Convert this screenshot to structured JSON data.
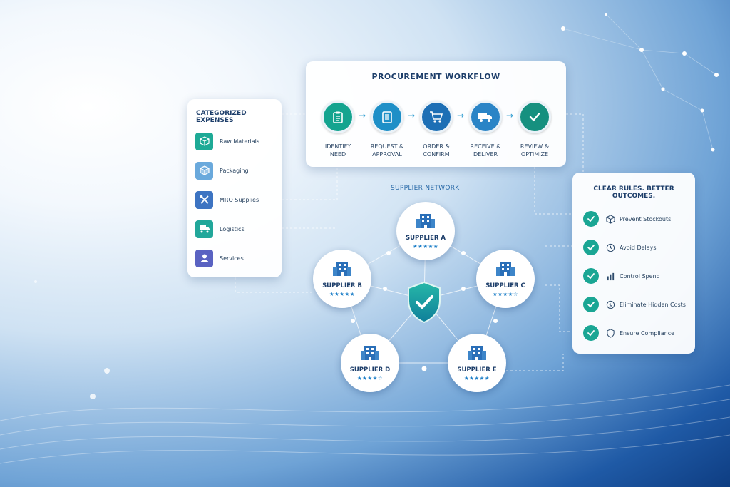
{
  "workflow": {
    "title": "PROCUREMENT WORKFLOW",
    "steps": [
      {
        "line1": "IDENTIFY",
        "line2": "NEED",
        "icon": "clipboard-icon",
        "color": "#14a48f"
      },
      {
        "line1": "REQUEST &",
        "line2": "APPROVAL",
        "icon": "document-list-icon",
        "color": "#1e8fc7"
      },
      {
        "line1": "ORDER &",
        "line2": "CONFIRM",
        "icon": "cart-icon",
        "color": "#1d6fb5"
      },
      {
        "line1": "RECEIVE &",
        "line2": "DELIVER",
        "icon": "truck-icon",
        "color": "#2a84c6"
      },
      {
        "line1": "REVIEW &",
        "line2": "OPTIMIZE",
        "icon": "checkmark-icon",
        "color": "#16907f"
      }
    ]
  },
  "expenses": {
    "title": "CATEGORIZED EXPENSES",
    "items": [
      {
        "label": "Raw Materials",
        "icon": "cube-icon",
        "color": "#1eaa96"
      },
      {
        "label": "Packaging",
        "icon": "box-icon",
        "color": "#6aa9dc"
      },
      {
        "label": "MRO Supplies",
        "icon": "tools-icon",
        "color": "#3d74c2"
      },
      {
        "label": "Logistics",
        "icon": "truck-icon",
        "color": "#21a79a"
      },
      {
        "label": "Services",
        "icon": "person-icon",
        "color": "#5a62c2"
      }
    ]
  },
  "network": {
    "title": "SUPPLIER NETWORK",
    "suppliers": [
      {
        "name": "SUPPLIER A",
        "stars": "★★★★★",
        "rating": 5
      },
      {
        "name": "SUPPLIER B",
        "stars": "★★★★★",
        "rating": 5
      },
      {
        "name": "SUPPLIER C",
        "stars": "★★★★☆",
        "rating": 4
      },
      {
        "name": "SUPPLIER D",
        "stars": "★★★★☆",
        "rating": 4
      },
      {
        "name": "SUPPLIER E",
        "stars": "★★★★★",
        "rating": 5
      }
    ],
    "center_icon": "shield-check-icon"
  },
  "outcomes": {
    "title": "CLEAR RULES. BETTER OUTCOMES.",
    "items": [
      {
        "label": "Prevent Stockouts",
        "icon": "cube-outline-icon"
      },
      {
        "label": "Avoid Delays",
        "icon": "clock-icon"
      },
      {
        "label": "Control Spend",
        "icon": "bar-chart-icon"
      },
      {
        "label": "Eliminate Hidden Costs",
        "icon": "dollar-icon"
      },
      {
        "label": "Ensure Compliance",
        "icon": "shield-outline-icon"
      }
    ]
  },
  "colors": {
    "accent": "#1aa694",
    "brand_blue": "#1d5fa8",
    "text_dark": "#1d3e6a"
  }
}
